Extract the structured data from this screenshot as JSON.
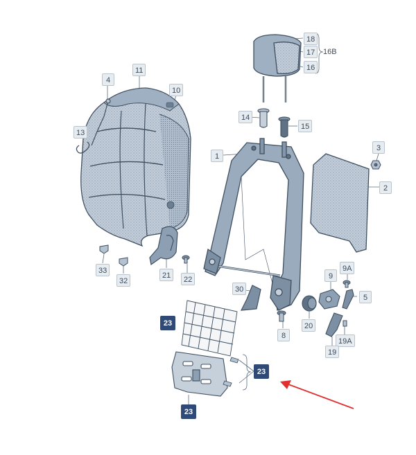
{
  "colors": {
    "label_bg": "#e7ecf1",
    "label_border": "#b9c4cf",
    "label_text": "#3a4a5c",
    "dark_label_bg": "#2f4a77",
    "part_fill": "#b5c2cf",
    "part_fill_dark": "#7d8fa3",
    "outline": "#3f4f60",
    "arrow": "#e03030"
  },
  "labels": {
    "p1": "1",
    "p2": "2",
    "p3": "3",
    "p4": "4",
    "p5": "5",
    "p8": "8",
    "p9": "9",
    "p9a": "9A",
    "p10": "10",
    "p11": "11",
    "p13": "13",
    "p14": "14",
    "p15": "15",
    "p16": "16",
    "p16b": "16B",
    "p17": "17",
    "p18": "18",
    "p19": "19",
    "p19a": "19A",
    "p20": "20",
    "p21": "21",
    "p22": "22",
    "p23a": "23",
    "p23b": "23",
    "p23c": "23",
    "p30": "30",
    "p32": "32",
    "p33": "33"
  }
}
